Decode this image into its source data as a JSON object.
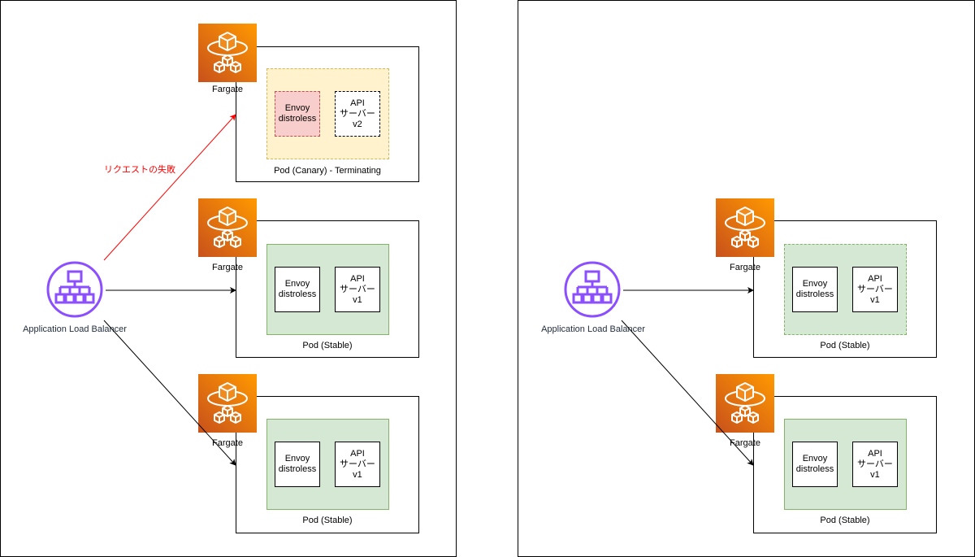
{
  "labels": {
    "alb": "Application Load Balancer",
    "fargate": "Fargate",
    "envoy": "Envoy\ndistroless",
    "api_v1": "API\nサーバー\nv1",
    "api_v2": "API\nサーバー\nv2",
    "pod_stable": "Pod (Stable)",
    "pod_canary": "Pod (Canary) - Terminating",
    "request_failure": "リクエストの失敗"
  },
  "colors": {
    "fargate_gradient_start": "#c8511b",
    "fargate_gradient_end": "#ff9900",
    "alb_purple": "#8c4fff",
    "stable_fill": "#d5e8d4",
    "stable_stroke": "#82b366",
    "canary_fill": "#fff2cc",
    "canary_stroke": "#d6b656",
    "terminating_fill": "#f8cecc",
    "terminating_stroke": "#b85450",
    "failure_arrow": "#ff0000"
  },
  "icons": [
    "fargate-icon",
    "application-load-balancer-icon"
  ]
}
